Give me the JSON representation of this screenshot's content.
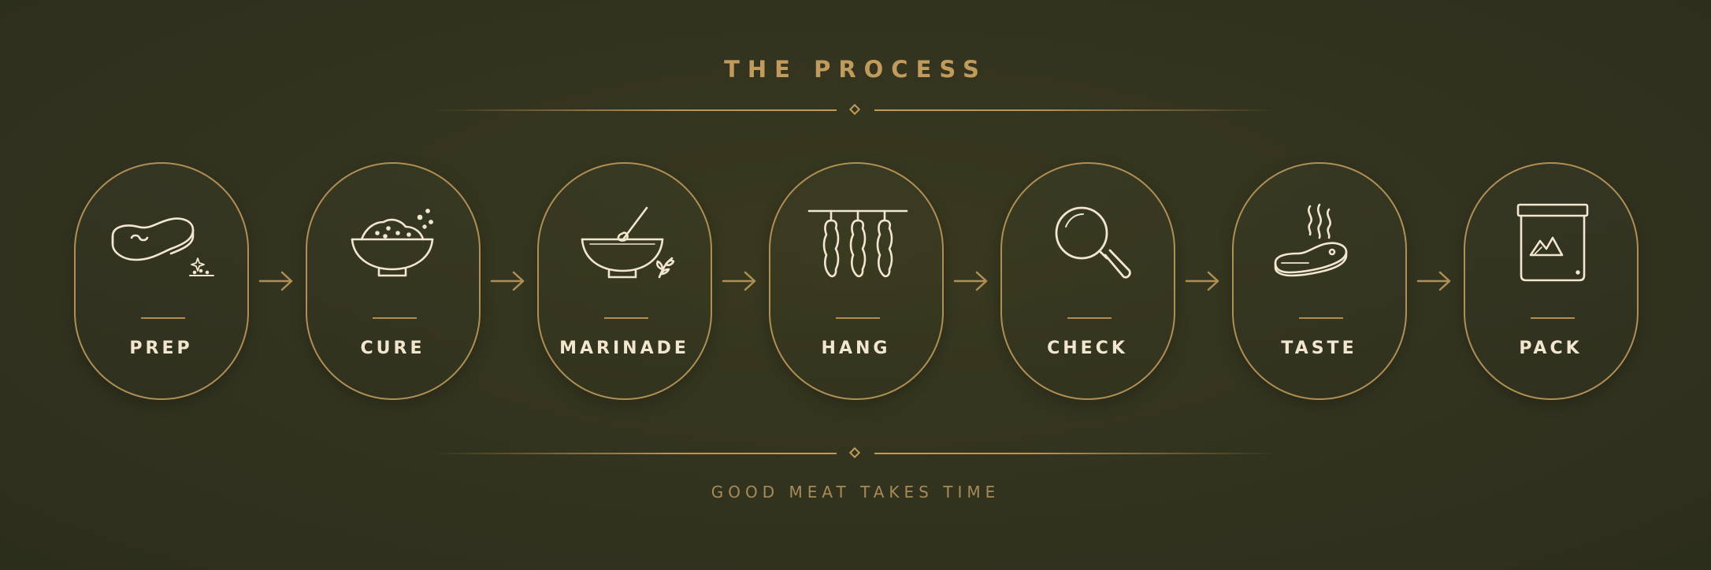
{
  "title": "THE PROCESS",
  "subtitle": "GOOD MEAT TAKES TIME",
  "colors": {
    "background": "#32331f",
    "accent_gold": "#c09b5e",
    "label_cream": "#f2e6cf"
  },
  "steps": [
    {
      "label": "PREP",
      "icon": "steak-icon"
    },
    {
      "label": "CURE",
      "icon": "salt-bowl-icon"
    },
    {
      "label": "MARINADE",
      "icon": "mixing-bowl-icon"
    },
    {
      "label": "HANG",
      "icon": "hanging-sausages-icon"
    },
    {
      "label": "CHECK",
      "icon": "magnifier-icon"
    },
    {
      "label": "TASTE",
      "icon": "steaming-steak-icon"
    },
    {
      "label": "PACK",
      "icon": "package-jar-icon"
    }
  ],
  "connector_icon": "arrow-right-icon"
}
